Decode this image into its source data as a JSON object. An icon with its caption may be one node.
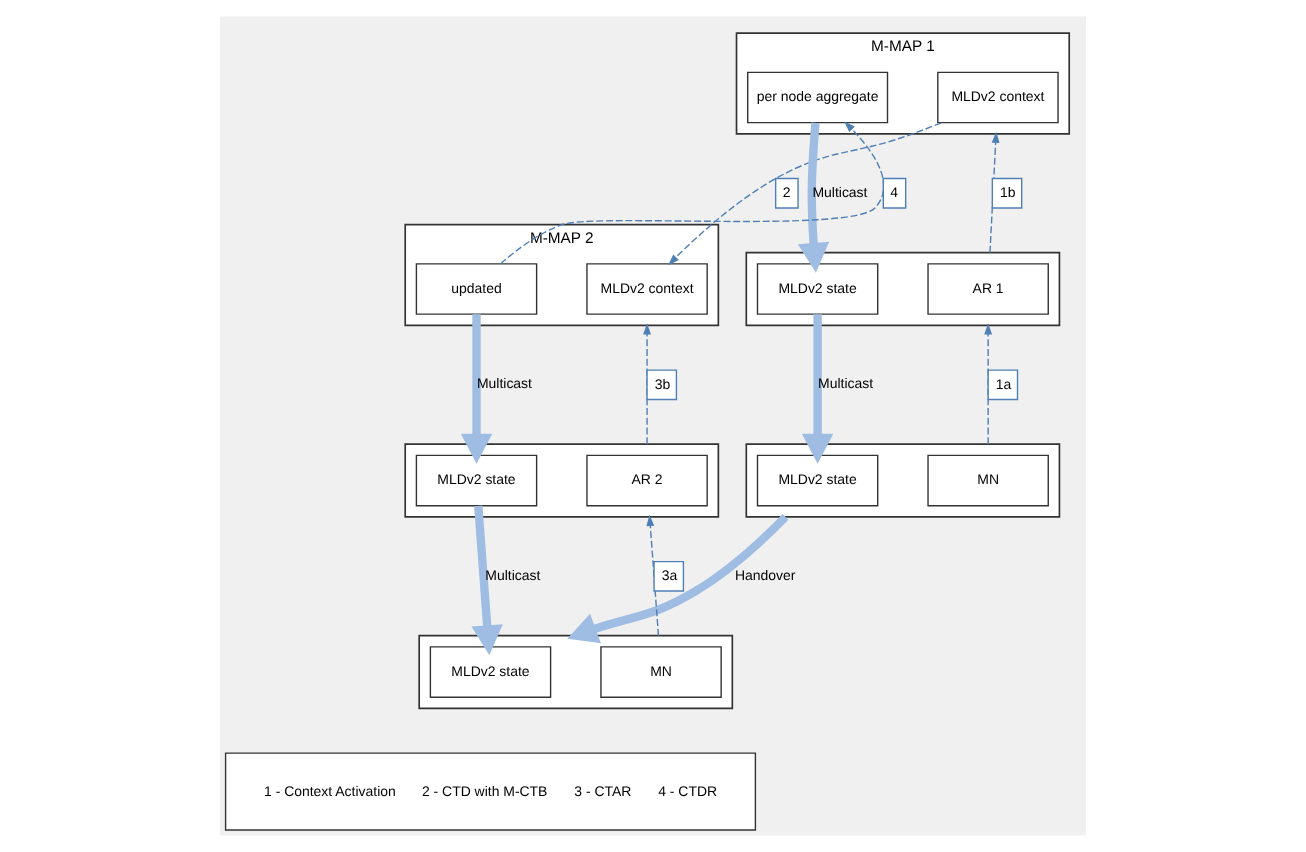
{
  "diagram": {
    "nodes": [
      {
        "text": [
          "M-MAP 1"
        ]
      },
      {
        "text": [
          "MLDv2 context"
        ],
        "in": 0
      },
      {
        "text": [
          "per node aggregate"
        ],
        "in": 0
      },
      {
        "text": [
          "M-MAP 2"
        ]
      },
      {
        "text": [
          "MLDv2 context"
        ],
        "in": 3
      },
      {
        "text": [
          "updated"
        ],
        "in": 3
      },
      {
        "text": [],
        "shape": "box"
      },
      {
        "text": [
          "AR 1"
        ],
        "in": 6
      },
      {
        "text": [
          "MLDv2 state"
        ],
        "in": 6
      },
      {
        "text": [],
        "shape": "box"
      },
      {
        "text": [
          "AR 2"
        ],
        "in": 9
      },
      {
        "text": [
          "MLDv2 state"
        ],
        "in": 9
      },
      {
        "text": [],
        "shape": "box"
      },
      {
        "text": [
          "MN"
        ],
        "in": 12
      },
      {
        "text": [
          "MLDv2 state"
        ],
        "in": 12
      },
      {
        "text": [],
        "shape": "box"
      },
      {
        "text": [
          "MN"
        ],
        "in": 15
      },
      {
        "text": [
          "MLDv2 state"
        ],
        "in": 15
      },
      {
        "text": [
          "1 - Context Activation",
          "2 - CTD with M-CTB",
          "3 - CTAR",
          "4 - CTDR"
        ]
      }
    ],
    "edges": [
      {
        "from": 1,
        "to": 4,
        "arrow": "to",
        "label": "2",
        "style": "dashed"
      },
      {
        "from": 5,
        "to": 2,
        "arrow": "to",
        "label": "4",
        "style": "dashed"
      },
      {
        "from": 6,
        "to": 0,
        "arrow": "to",
        "label": "1b",
        "style": "dashed"
      },
      {
        "from": 9,
        "to": 3,
        "arrow": "to",
        "label": "3b",
        "style": "dashed"
      },
      {
        "from": 2,
        "to": 8,
        "arrow": "to",
        "label": "Multicast",
        "style": "thick",
        "color": "#9fbde2"
      },
      {
        "from": 5,
        "to": 11,
        "arrow": "to",
        "label": "Multicast",
        "style": "thick",
        "color": "#9fbde2"
      },
      {
        "from": 12,
        "to": 6,
        "arrow": "to",
        "label": "1a",
        "style": "dashed"
      },
      {
        "from": 15,
        "to": 9,
        "arrow": "to",
        "label": "3a",
        "style": "dashed"
      },
      {
        "from": 8,
        "to": 14,
        "arrow": "to",
        "label": "Multicast",
        "style": "thick",
        "color": "#9fbde2"
      },
      {
        "from": 11,
        "to": 17,
        "arrow": "to",
        "label": "Multicast",
        "style": "thick",
        "color": "#9fbde2"
      },
      {
        "from": 12,
        "to": 15,
        "arrow": "to",
        "label": "Handover",
        "style": "thick",
        "color": "#9fbde2"
      }
    ]
  }
}
